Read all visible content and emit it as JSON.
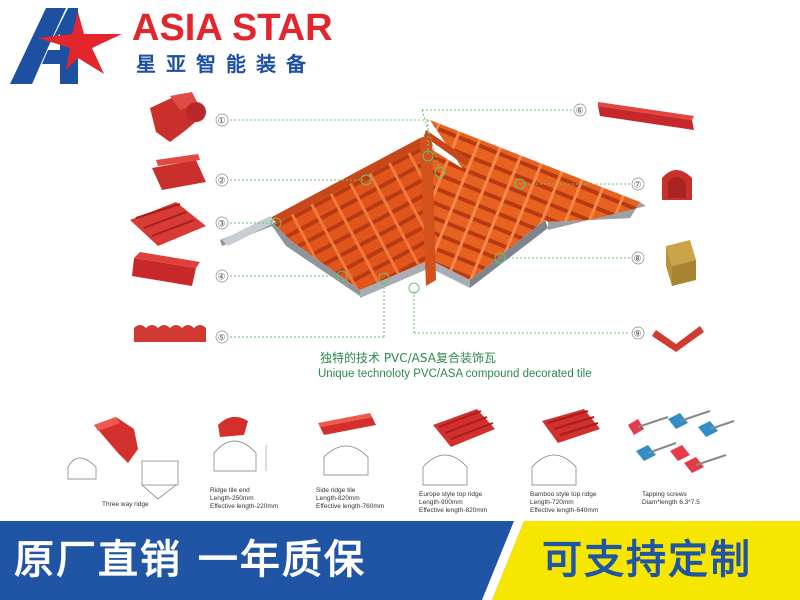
{
  "brand": {
    "name": "ASIA STAR",
    "subtitle": "星亚智能装备",
    "colors": {
      "red": "#e3262b",
      "blue": "#1e50a2"
    }
  },
  "diagram": {
    "callouts": [
      "①",
      "②",
      "③",
      "④",
      "⑤",
      "⑥",
      "⑦",
      "⑧",
      "⑨"
    ],
    "caption_cn": "独特的技术 PVC/ASA复合装饰瓦",
    "caption_en": "Unique technoloty PVC/ASA compound decorated tile",
    "tile_color": "#e1541c"
  },
  "products": [
    {
      "name": "Three way ridge"
    },
    {
      "name": "Ridge tile end",
      "length": "Length-250mm",
      "effective": "Effective length-220mm"
    },
    {
      "name": "Side ridge tile",
      "length": "Length-820mm",
      "effective": "Effective length-760mm"
    },
    {
      "name": "Europe style top ridge",
      "length": "Length-900mm",
      "effective": "Effective length-820mm"
    },
    {
      "name": "Bamboo style top ridge",
      "length": "Length-720mm",
      "effective": "Effective length-640mm"
    },
    {
      "name": "Tapping screws",
      "length": "Diam*length  6.3*7.5"
    }
  ],
  "banner": {
    "left_text": "原厂直销 一年质保",
    "right_text": "可支持定制",
    "colors": {
      "blue": "#1f55a4",
      "yellow": "#f7e600"
    }
  }
}
